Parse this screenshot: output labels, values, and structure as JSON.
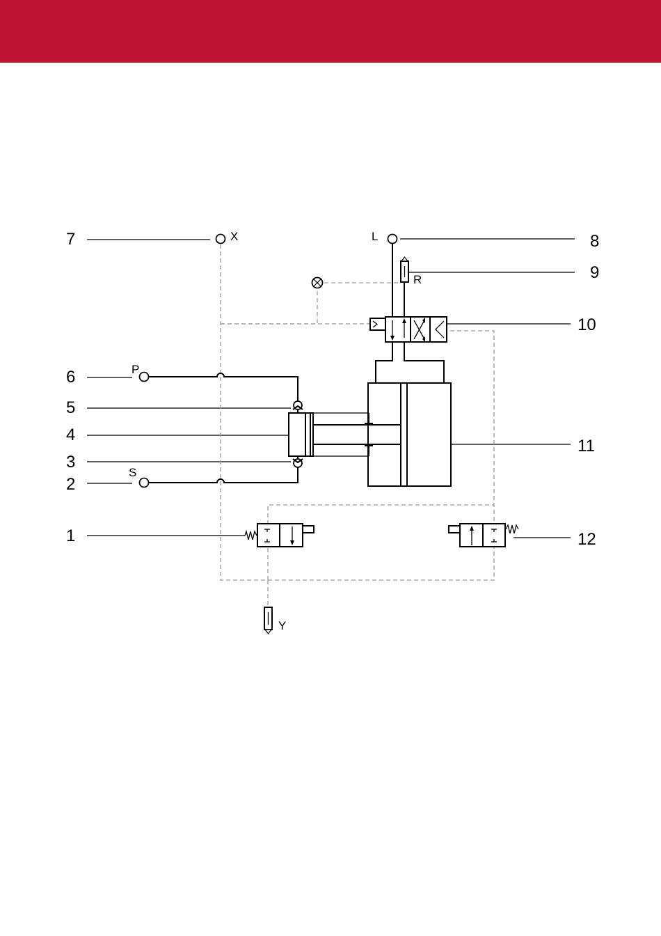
{
  "banner": {
    "color": "#be1431"
  },
  "callouts": [
    "1",
    "2",
    "3",
    "4",
    "5",
    "6",
    "7",
    "8",
    "9",
    "10",
    "11",
    "12"
  ],
  "ports": {
    "x": "X",
    "l": "L",
    "r": "R",
    "p": "P",
    "s": "S",
    "y": "Y"
  },
  "colors": {
    "line": "#000000",
    "pilot_line": "#9a9a9a"
  }
}
